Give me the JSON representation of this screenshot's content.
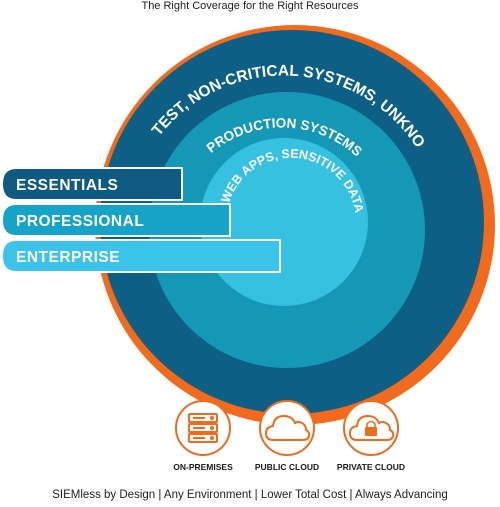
{
  "title": "The Right Coverage for the Right Resources",
  "rings": {
    "outer": "DEV/TEST, NON-CRITICAL SYSTEMS, UNKNOWNS",
    "middle": "PRODUCTION SYSTEMS",
    "inner": "WEB APPS, SENSITIVE DATA"
  },
  "tiers": [
    "ESSENTIALS",
    "PROFESSIONAL",
    "ENTERPRISE"
  ],
  "environments": [
    {
      "label": "ON-PREMISES",
      "icon": "server-icon"
    },
    {
      "label": "PUBLIC CLOUD",
      "icon": "cloud-icon"
    },
    {
      "label": "PRIVATE CLOUD",
      "icon": "lock-cloud-icon"
    }
  ],
  "footer": "SIEMless by Design  |  Any Environment  |  Lower Total Cost  |  Always Advancing",
  "colors": {
    "orange": "#f26a1b",
    "outer_ring": "#0e5f86",
    "middle_ring": "#1598b5",
    "inner_circle": "#36c1e0",
    "essentials": "#0f5a82",
    "professional": "#15a3c7",
    "enterprise": "#3cc3ea"
  }
}
